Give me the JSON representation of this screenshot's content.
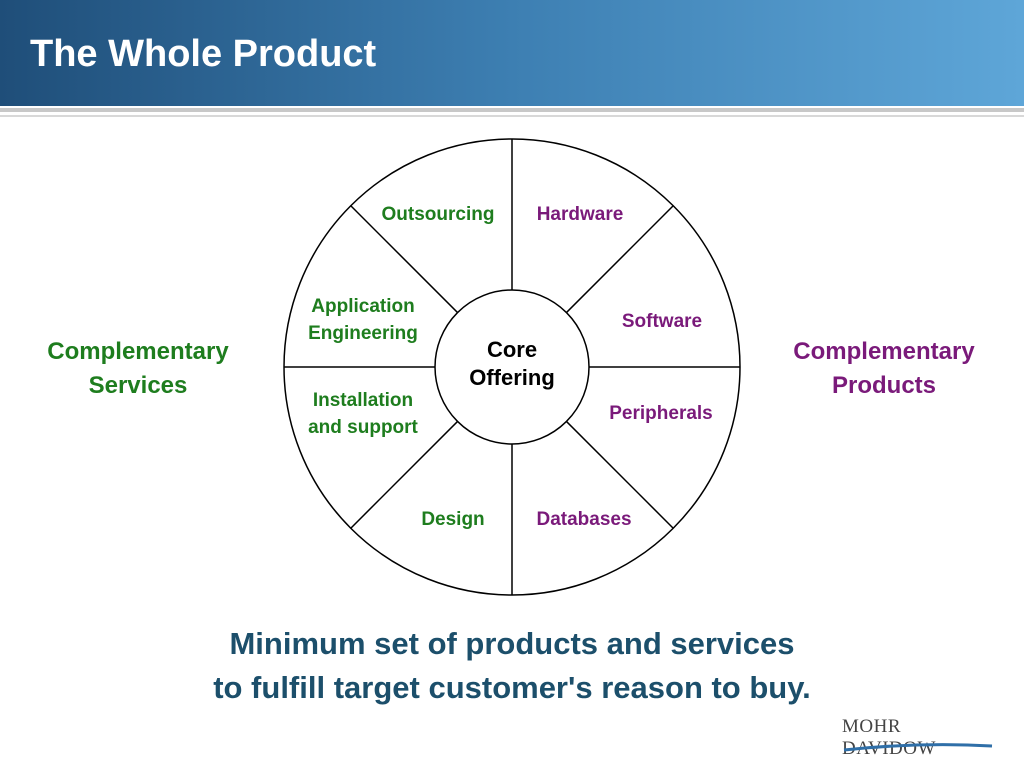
{
  "slide": {
    "title": "The Whole Product"
  },
  "sides": {
    "services": [
      "Complementary",
      "Services"
    ],
    "products": [
      "Complementary",
      "Products"
    ]
  },
  "wheel": {
    "core": [
      "Core",
      "Offering"
    ],
    "segments": [
      {
        "lines": [
          "Outsourcing"
        ],
        "group": "services"
      },
      {
        "lines": [
          "Hardware"
        ],
        "group": "products"
      },
      {
        "lines": [
          "Application",
          "Engineering"
        ],
        "group": "services"
      },
      {
        "lines": [
          "Software"
        ],
        "group": "products"
      },
      {
        "lines": [
          "Installation",
          "and support"
        ],
        "group": "services"
      },
      {
        "lines": [
          "Peripherals"
        ],
        "group": "products"
      },
      {
        "lines": [
          "Design"
        ],
        "group": "services"
      },
      {
        "lines": [
          "Databases"
        ],
        "group": "products"
      }
    ],
    "colors": {
      "services": "#1e7d1e",
      "products": "#7a1a7a"
    }
  },
  "tagline": [
    "Minimum set of products and services",
    "to fulfill target customer's reason to buy."
  ],
  "logo": "MOHR DAVIDOW"
}
